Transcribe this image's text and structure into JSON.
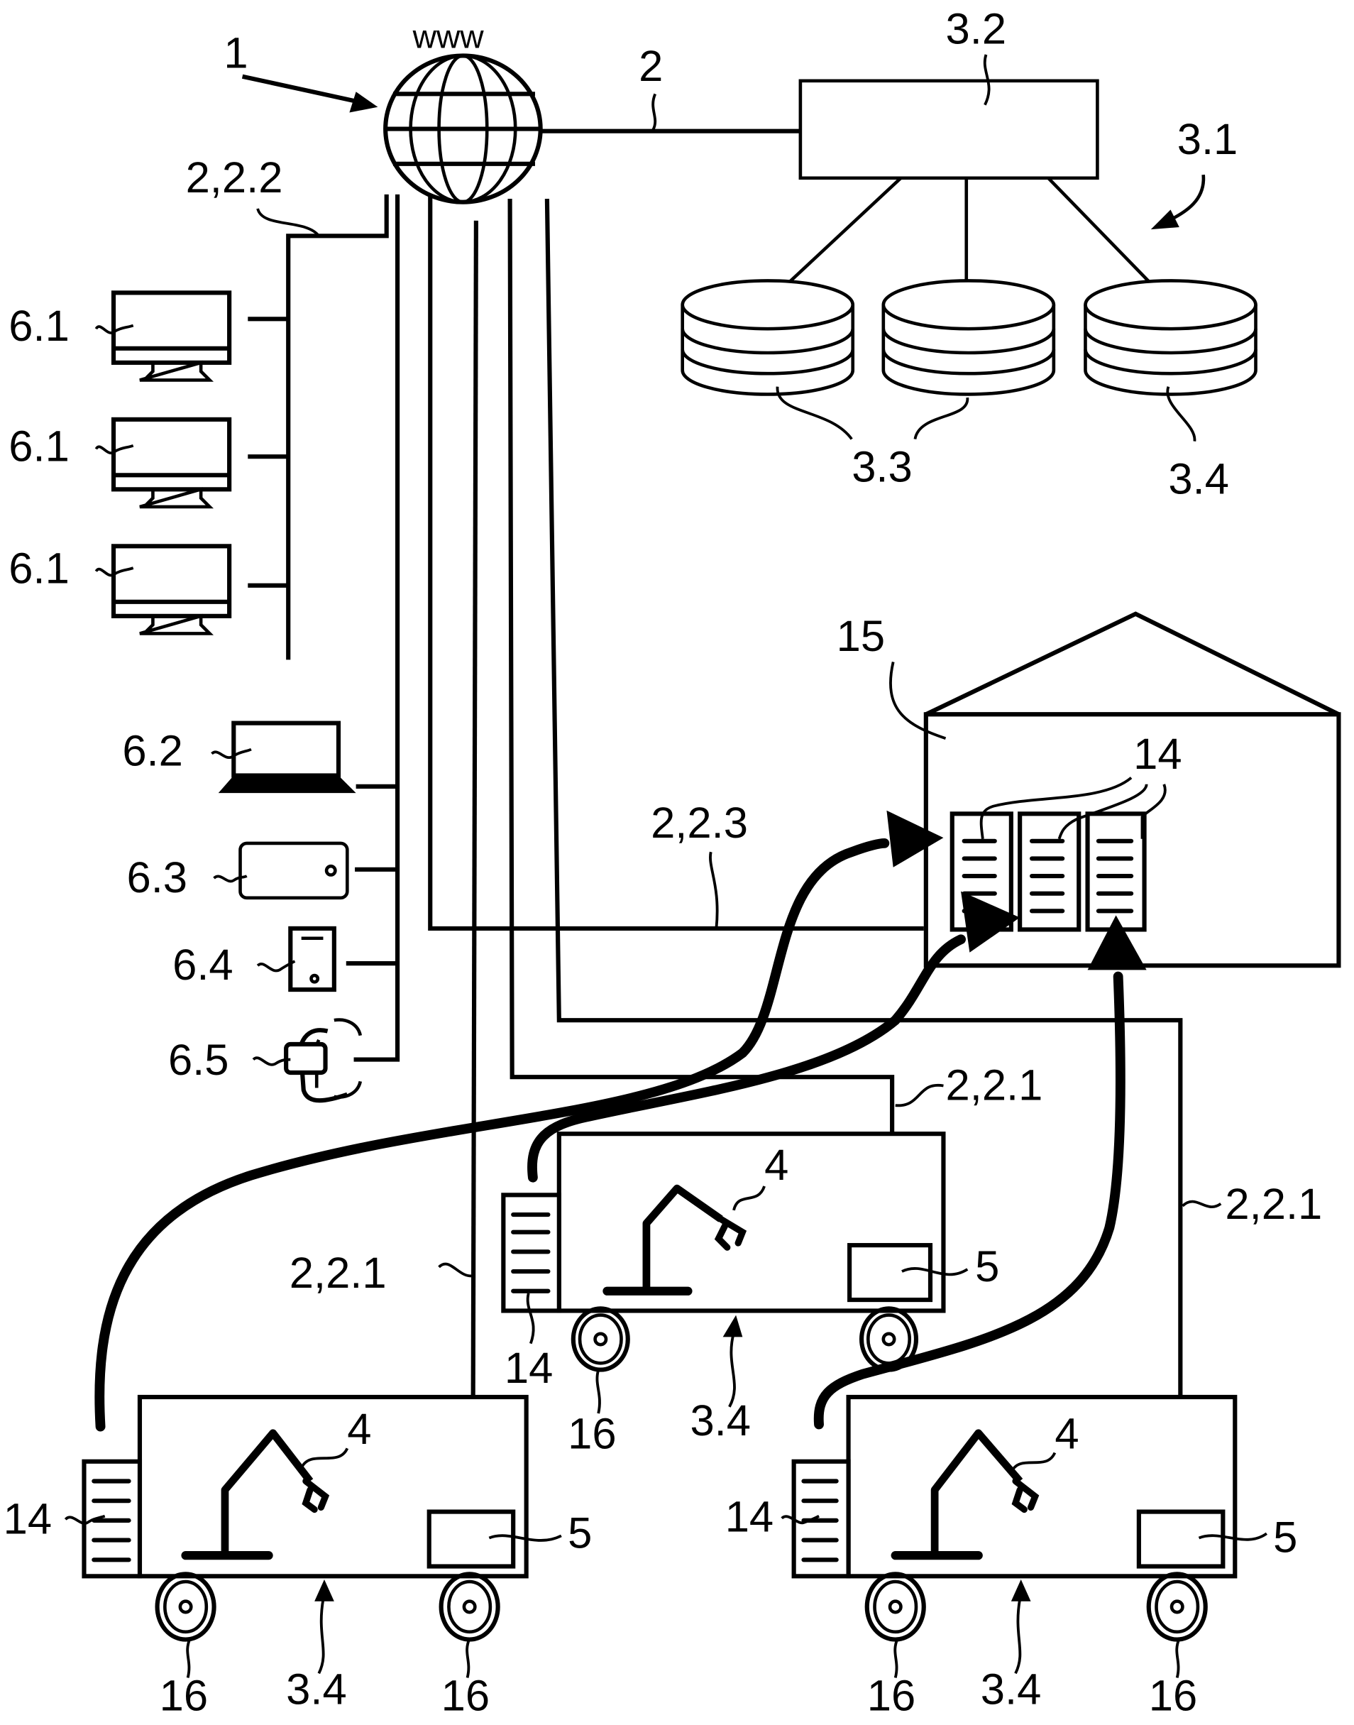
{
  "figure": {
    "type": "patent-system-diagram",
    "colors": {
      "ink": "#000000",
      "background": "#ffffff"
    }
  },
  "labels": {
    "internet_ref": "1",
    "internet_text": "www",
    "network_top": "2",
    "network_devices": "2,2.2",
    "network_warehouse": "2,2.3",
    "network_robot_mid": "2,2.1",
    "network_robot_right": "2,2.1",
    "network_robot_left": "2,2.1",
    "server_block": "3.1",
    "server": "3.2",
    "database_left_middle": "3.3",
    "database_right": "3.4",
    "robot_platform_mid": "3.4",
    "robot_platform_left": "3.4",
    "robot_platform_right": "3.4",
    "manipulator_mid": "4",
    "manipulator_left": "4",
    "manipulator_right": "4",
    "controller_mid": "5",
    "controller_left": "5",
    "controller_right": "5",
    "workstation_1": "6.1",
    "workstation_2": "6.1",
    "workstation_3": "6.1",
    "laptop": "6.2",
    "smartphone": "6.3",
    "tablet": "6.4",
    "smartwatch": "6.5",
    "warehouse": "15",
    "storage_warehouse": "14",
    "storage_mid": "14",
    "storage_left": "14",
    "storage_right": "14",
    "wheel_mid": "16",
    "wheel_left_a": "16",
    "wheel_left_b": "16",
    "wheel_right_a": "16",
    "wheel_right_b": "16"
  },
  "devices": [
    {
      "kind": "workstation",
      "ref": "6.1"
    },
    {
      "kind": "workstation",
      "ref": "6.1"
    },
    {
      "kind": "workstation",
      "ref": "6.1"
    },
    {
      "kind": "laptop",
      "ref": "6.2"
    },
    {
      "kind": "smartphone",
      "ref": "6.3"
    },
    {
      "kind": "tablet",
      "ref": "6.4"
    },
    {
      "kind": "smartwatch",
      "ref": "6.5"
    }
  ],
  "databases": [
    {
      "ref": "3.3"
    },
    {
      "ref": "3.3"
    },
    {
      "ref": "3.4"
    }
  ],
  "robots": [
    {
      "position": "middle",
      "manipulator": "4",
      "controller": "5",
      "storage": "14",
      "platform": "3.4",
      "wheels": "16"
    },
    {
      "position": "bottom-left",
      "manipulator": "4",
      "controller": "5",
      "storage": "14",
      "platform": "3.4",
      "wheels": "16"
    },
    {
      "position": "bottom-right",
      "manipulator": "4",
      "controller": "5",
      "storage": "14",
      "platform": "3.4",
      "wheels": "16"
    }
  ],
  "flows": [
    {
      "from": "robot bottom-left storage 14",
      "to": "warehouse storage 14 (left)"
    },
    {
      "from": "robot middle storage 14",
      "to": "warehouse storage 14 (middle)"
    },
    {
      "from": "robot bottom-right storage 14",
      "to": "warehouse storage 14 (right)"
    }
  ]
}
